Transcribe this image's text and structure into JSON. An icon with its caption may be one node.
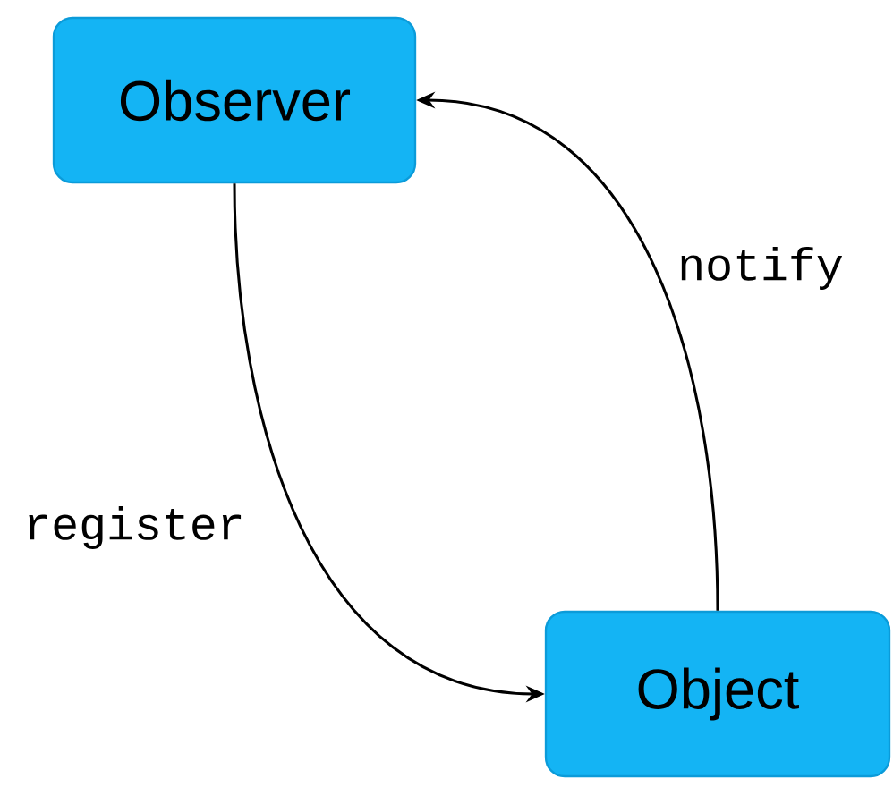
{
  "diagram": {
    "nodes": [
      {
        "text": [
          "Observer"
        ]
      },
      {
        "text": [
          "Object"
        ]
      }
    ],
    "edges": [
      {
        "from": 0,
        "to": 1,
        "arrow": "to",
        "label": "register"
      },
      {
        "from": 1,
        "to": 0,
        "arrow": "to",
        "label": "notify"
      }
    ]
  }
}
